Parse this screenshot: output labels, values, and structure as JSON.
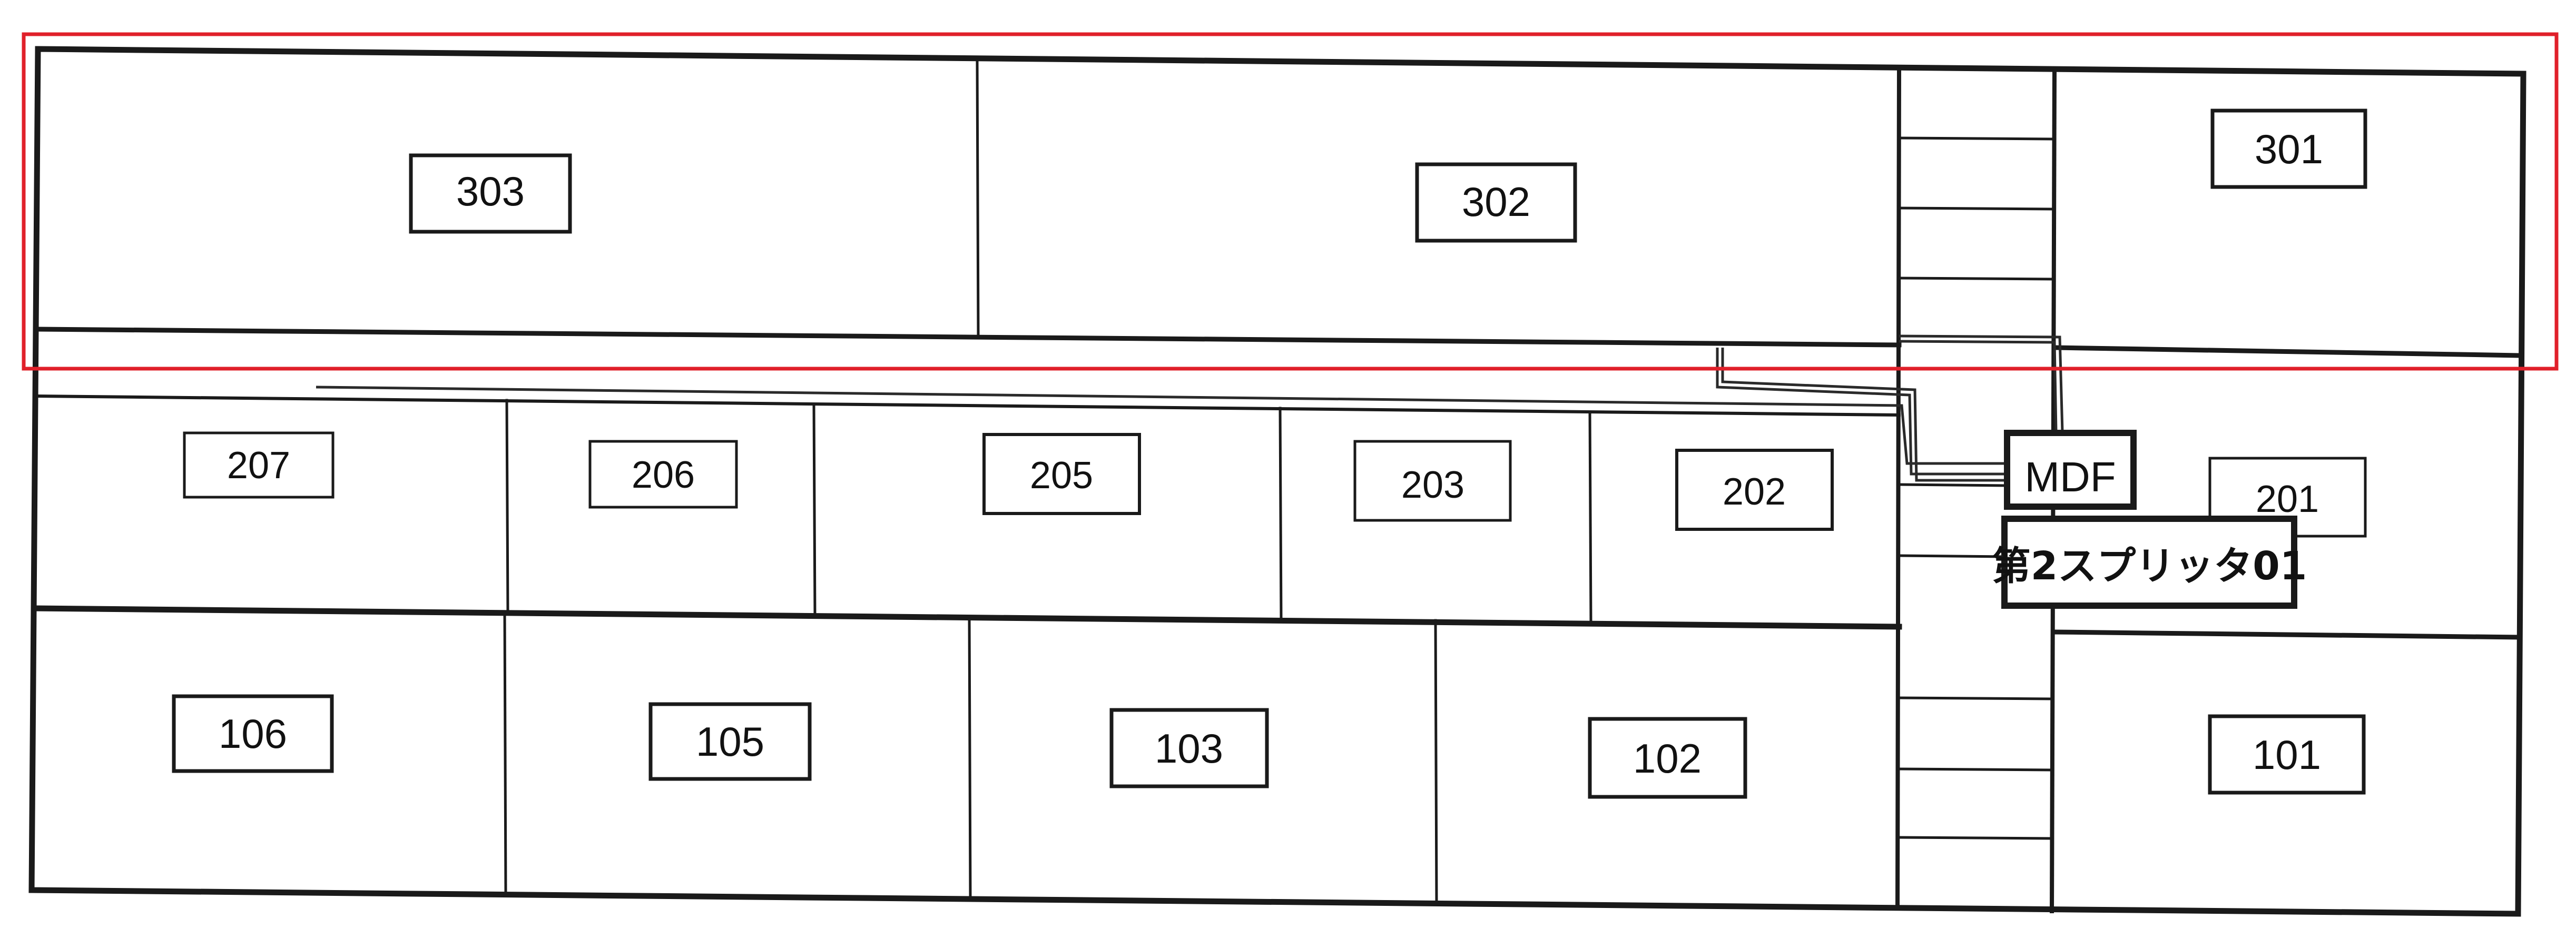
{
  "floor_plan": {
    "rooms": {
      "r303": "303",
      "r302": "302",
      "r301": "301",
      "r207": "207",
      "r206": "206",
      "r205": "205",
      "r203": "203",
      "r202": "202",
      "r201": "201",
      "r106": "106",
      "r105": "105",
      "r103": "103",
      "r102": "102",
      "r101": "101"
    },
    "equipment": {
      "mdf": "MDF",
      "splitter": "第2スプリッタ01"
    }
  },
  "highlight": {
    "color": "#e0202a"
  },
  "colors": {
    "line": "#1a1a1a",
    "wire": "#2a2a2a"
  }
}
